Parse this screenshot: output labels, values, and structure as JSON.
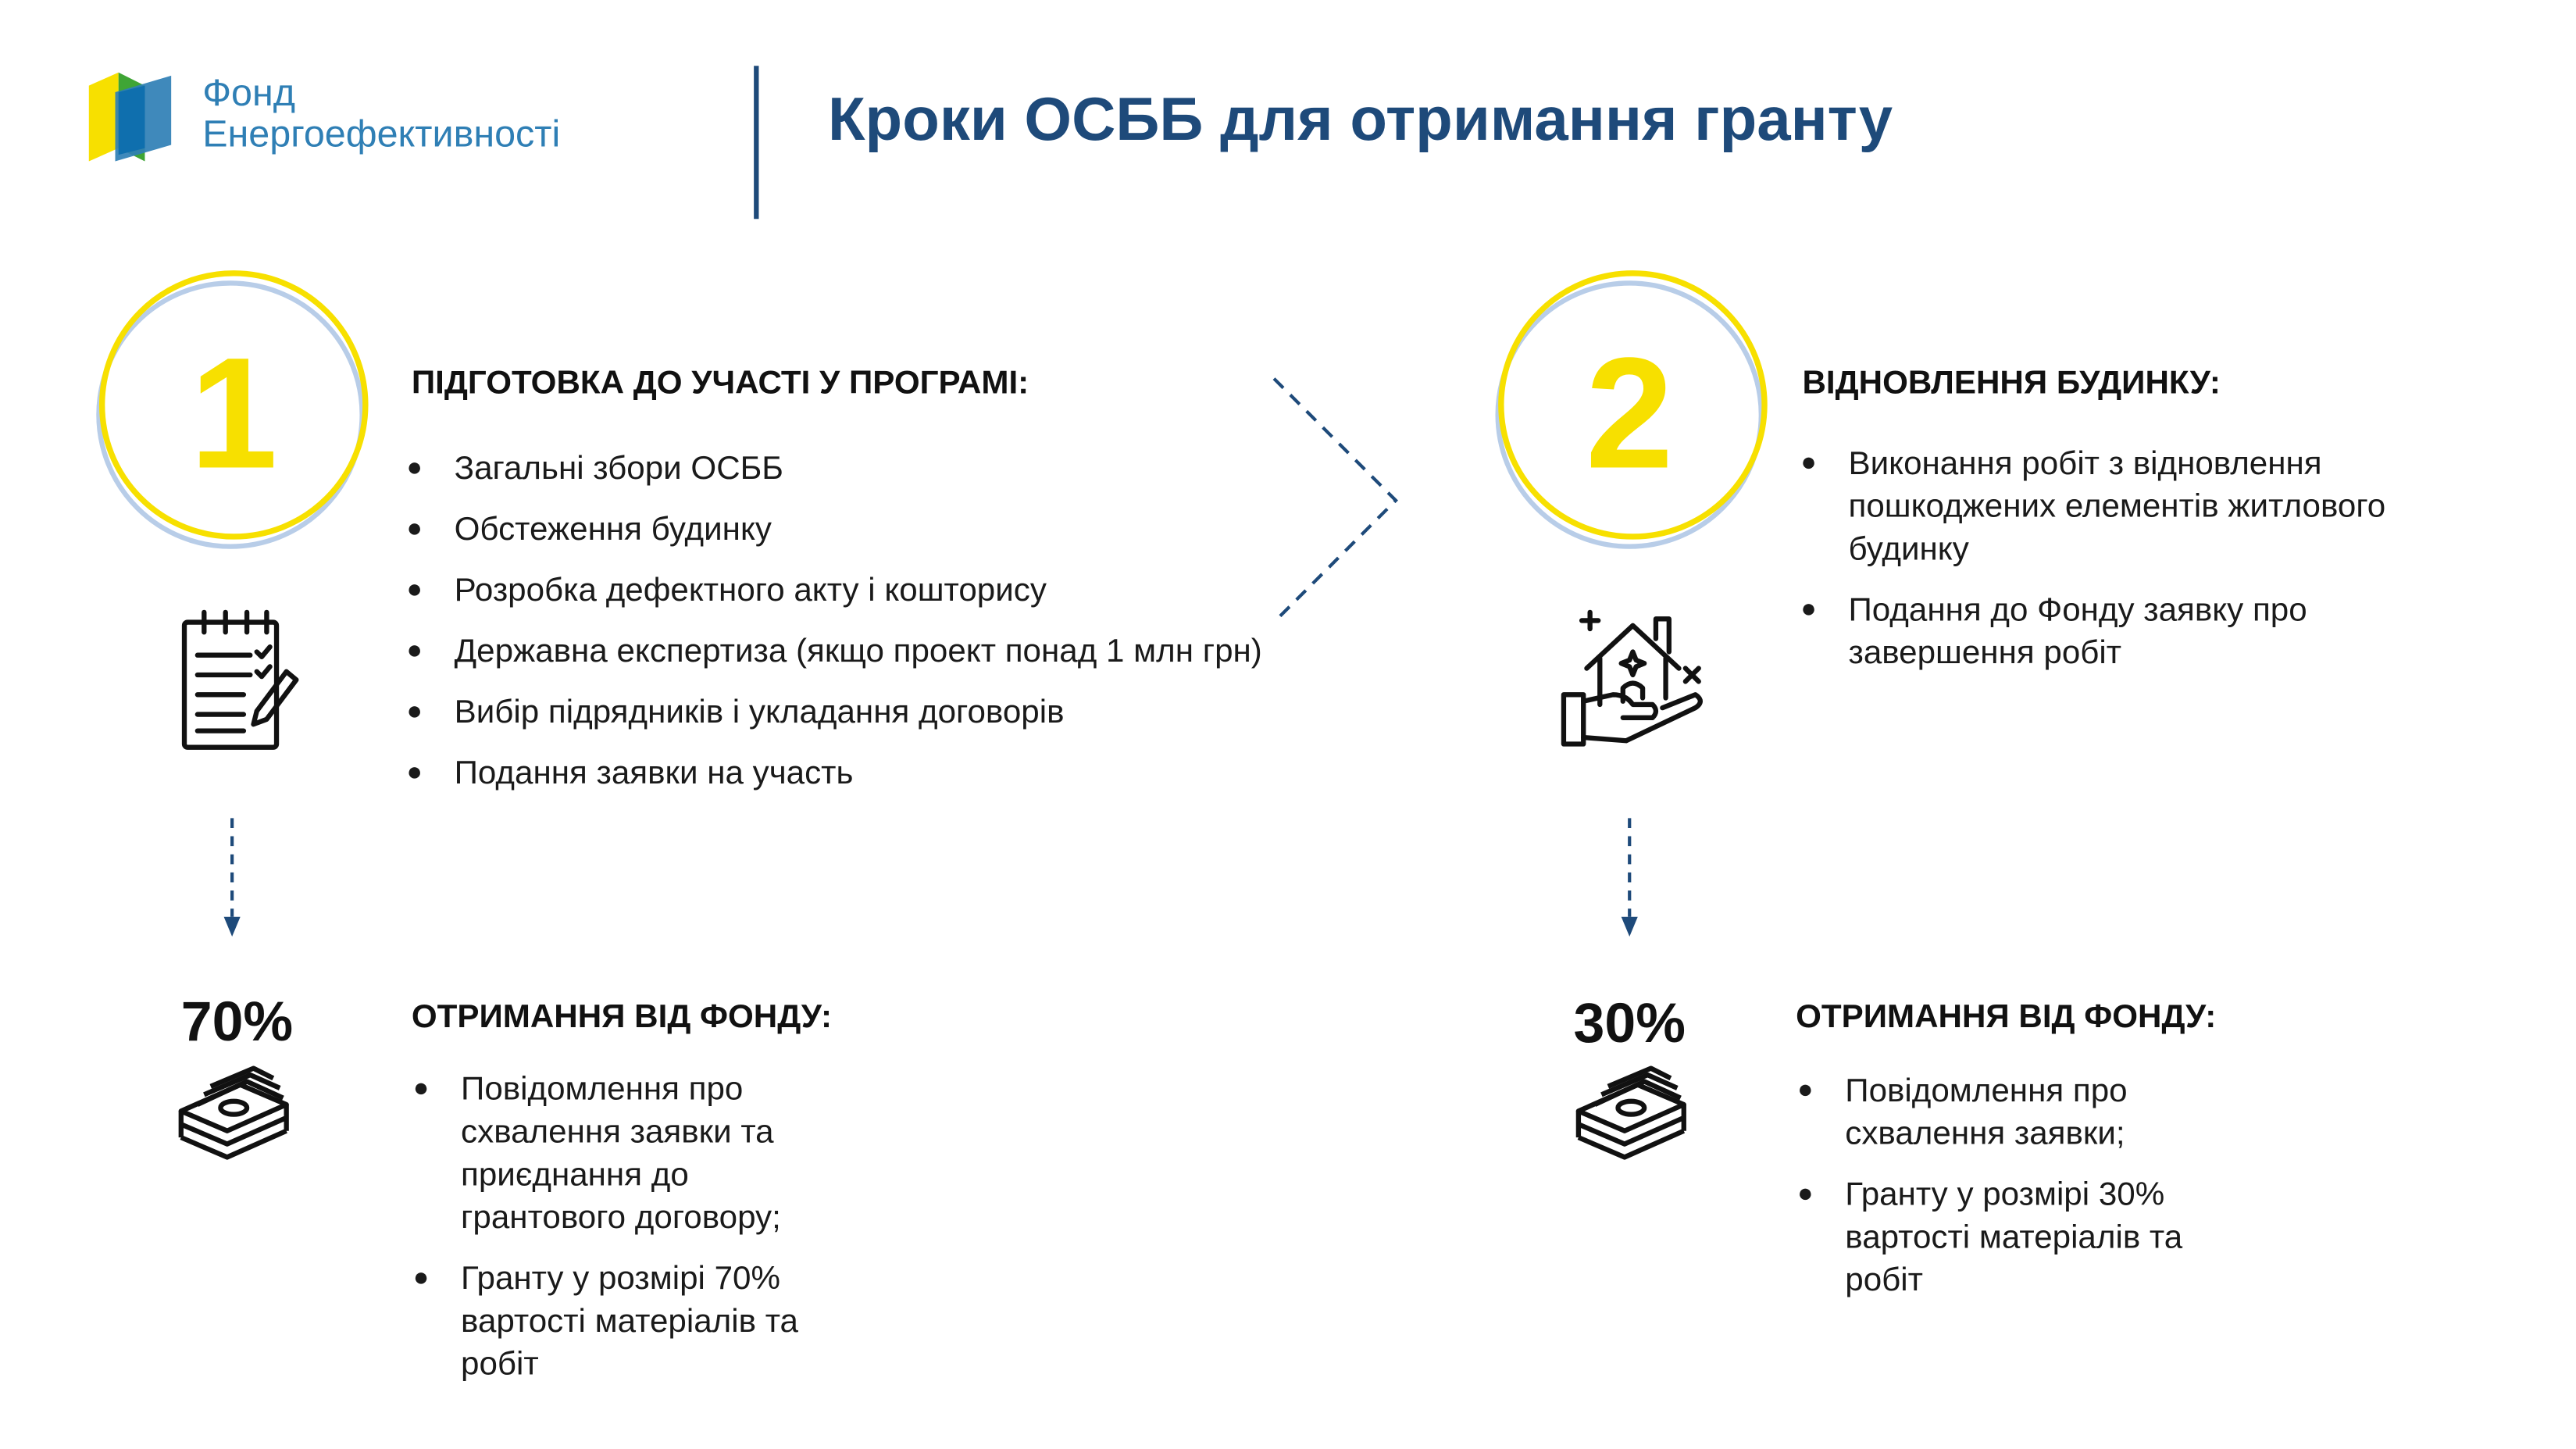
{
  "header": {
    "logo_line1": "Фонд",
    "logo_line2": "Енергоефективності",
    "title": "Кроки ОСББ для отримання гранту"
  },
  "step1": {
    "number": "1",
    "heading": "ПІДГОТОВКА ДО УЧАСТІ У ПРОГРАМІ:",
    "items": [
      "Загальні збори ОСББ",
      "Обстеження будинку",
      "Розробка дефектного акту і кошторису",
      "Державна експертиза (якщо проект понад 1 млн грн)",
      "Вибір підрядників і укладання договорів",
      "Подання заявки на участь"
    ],
    "percent": "70%",
    "fund_heading": "ОТРИМАННЯ ВІД ФОНДУ:",
    "fund_items": [
      "Повідомлення про схвалення заявки та приєднання до грантового договору;",
      "Гранту у розмірі 70% вартості матеріалів та робіт"
    ]
  },
  "step2": {
    "number": "2",
    "heading": "ВІДНОВЛЕННЯ БУДИНКУ:",
    "items": [
      "Виконання робіт з відновлення пошкоджених елементів житлового будинку",
      "Подання до Фонду заявку про завершення робіт"
    ],
    "percent": "30%",
    "fund_heading": "ОТРИМАННЯ ВІД ФОНДУ:",
    "fund_items": [
      "Повідомлення про схвалення заявки;",
      "Гранту у розмірі 30% вартості матеріалів та робіт"
    ]
  },
  "colors": {
    "brand_blue": "#1e4a7a",
    "logo_blue": "#2f7fb5",
    "accent_yellow": "#f7e000",
    "ring_light_blue": "#b8cde8"
  },
  "icons": {
    "logo": "fund-logo-icon",
    "checklist": "checklist-icon",
    "house_hand": "house-in-hand-icon",
    "money": "money-stack-icon",
    "arrow": "dashed-arrow-down-icon",
    "chevron": "dashed-chevron-right-icon"
  }
}
